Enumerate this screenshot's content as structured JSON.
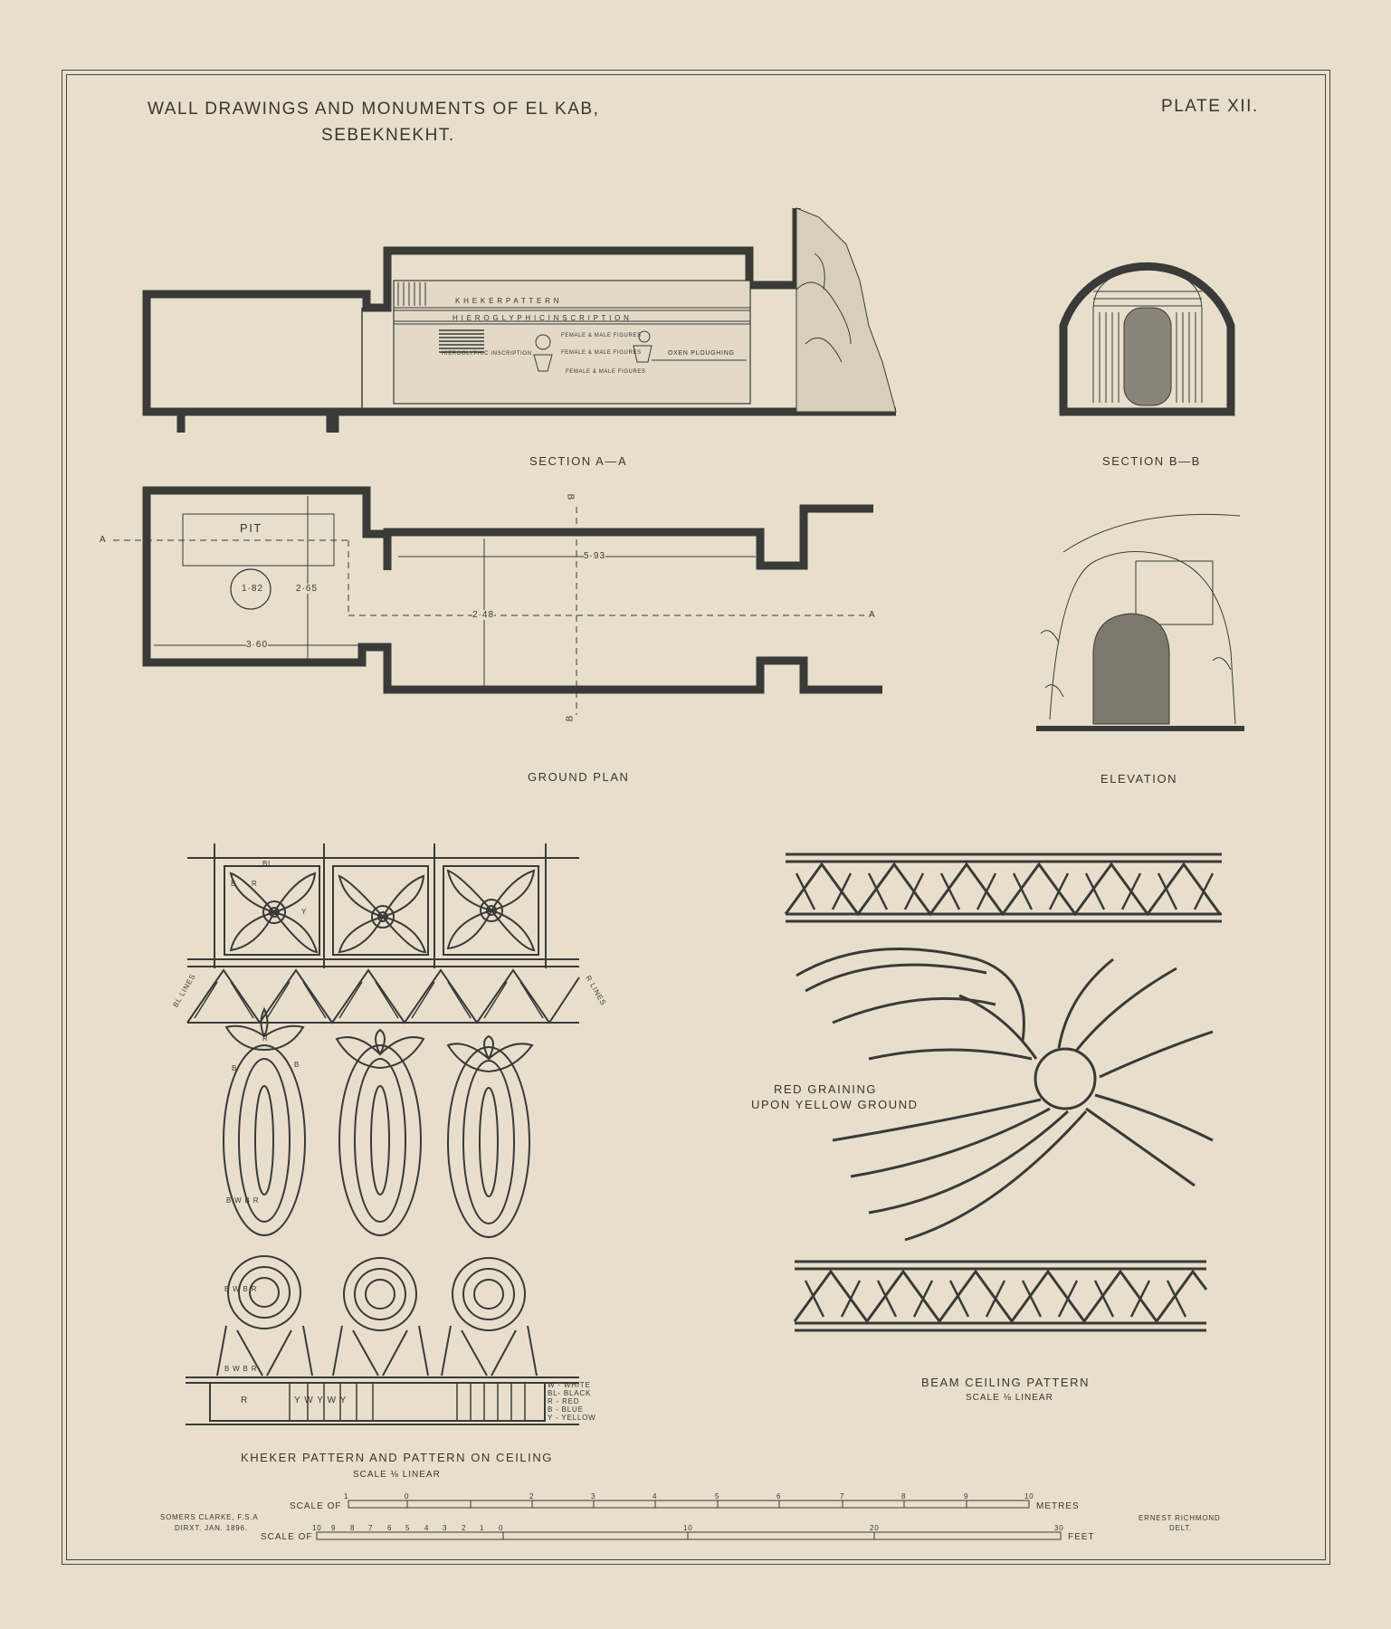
{
  "header": {
    "title_line1": "WALL DRAWINGS AND MONUMENTS OF EL KAB,",
    "title_line2": "SEBEKNEKHT.",
    "plate": "PLATE XII."
  },
  "section_aa": {
    "caption": "SECTION A—A",
    "kheker": "K H E K E R          P A T T E R N",
    "hieroglyphic": "H I E R O G L Y P H I C     I N S C R I P T I O N",
    "hiero_small": "HIEROGLYPHIC INSCRIPTION",
    "figures1": "FEMALE & MALE FIGURES",
    "figures2": "FEMALE & MALE FIGURES",
    "figures3": "FEMALE & MALE FIGURES",
    "oxen": "OXEN   PLOUGHING"
  },
  "section_bb": {
    "caption": "SECTION B—B"
  },
  "ground_plan": {
    "caption": "GROUND PLAN",
    "pit": "PIT",
    "pit_dia": "1·82",
    "dim_265": "2·65",
    "dim_360": "3·60",
    "dim_593": "5·93",
    "dim_248": "2·48",
    "a_left": "A",
    "a_right": "A",
    "b_top": "B",
    "b_bottom": "B"
  },
  "elevation": {
    "caption": "ELEVATION"
  },
  "kheker_panel": {
    "caption": "KHEKER PATTERN AND PATTERN ON CEILING",
    "scale": "SCALE ⅛ LINEAR",
    "bl": "BL",
    "b": "B",
    "r": "R",
    "bl2": "BL",
    "y": "Y",
    "bl_lines": "BL LINES",
    "r_lines": "R LINES",
    "bwbr1": "B W B R",
    "bwbr2": "B W B R",
    "bwbr3": "B W B R",
    "top_r": "R",
    "top_b1": "B",
    "top_b2": "B",
    "bar_r": "R",
    "bar_ywywy": "Y W Y W Y",
    "legend": [
      "W - WHITE",
      "BL- BLACK",
      "R - RED",
      "B - BLUE",
      "Y - YELLOW"
    ]
  },
  "beam_panel": {
    "red_graining_1": "RED GRAINING",
    "red_graining_2": "UPON YELLOW GROUND",
    "caption": "BEAM CEILING PATTERN",
    "scale": "SCALE ⅛ LINEAR"
  },
  "footer": {
    "left_1": "SOMERS CLARKE, F.S.A",
    "left_2": "DIRXT.  JAN. 1896.",
    "right_1": "ERNEST RICHMOND",
    "right_2": "DELT.",
    "scale_of": "SCALE OF",
    "metres": "METRES",
    "feet": "FEET",
    "metre_ticks": [
      "1",
      "0",
      "2",
      "3",
      "4",
      "5",
      "6",
      "7",
      "8",
      "9",
      "10"
    ],
    "feet_ticks": [
      "10",
      "9",
      "8",
      "7",
      "6",
      "5",
      "4",
      "3",
      "2",
      "1",
      "0",
      "10",
      "20",
      "30"
    ]
  }
}
